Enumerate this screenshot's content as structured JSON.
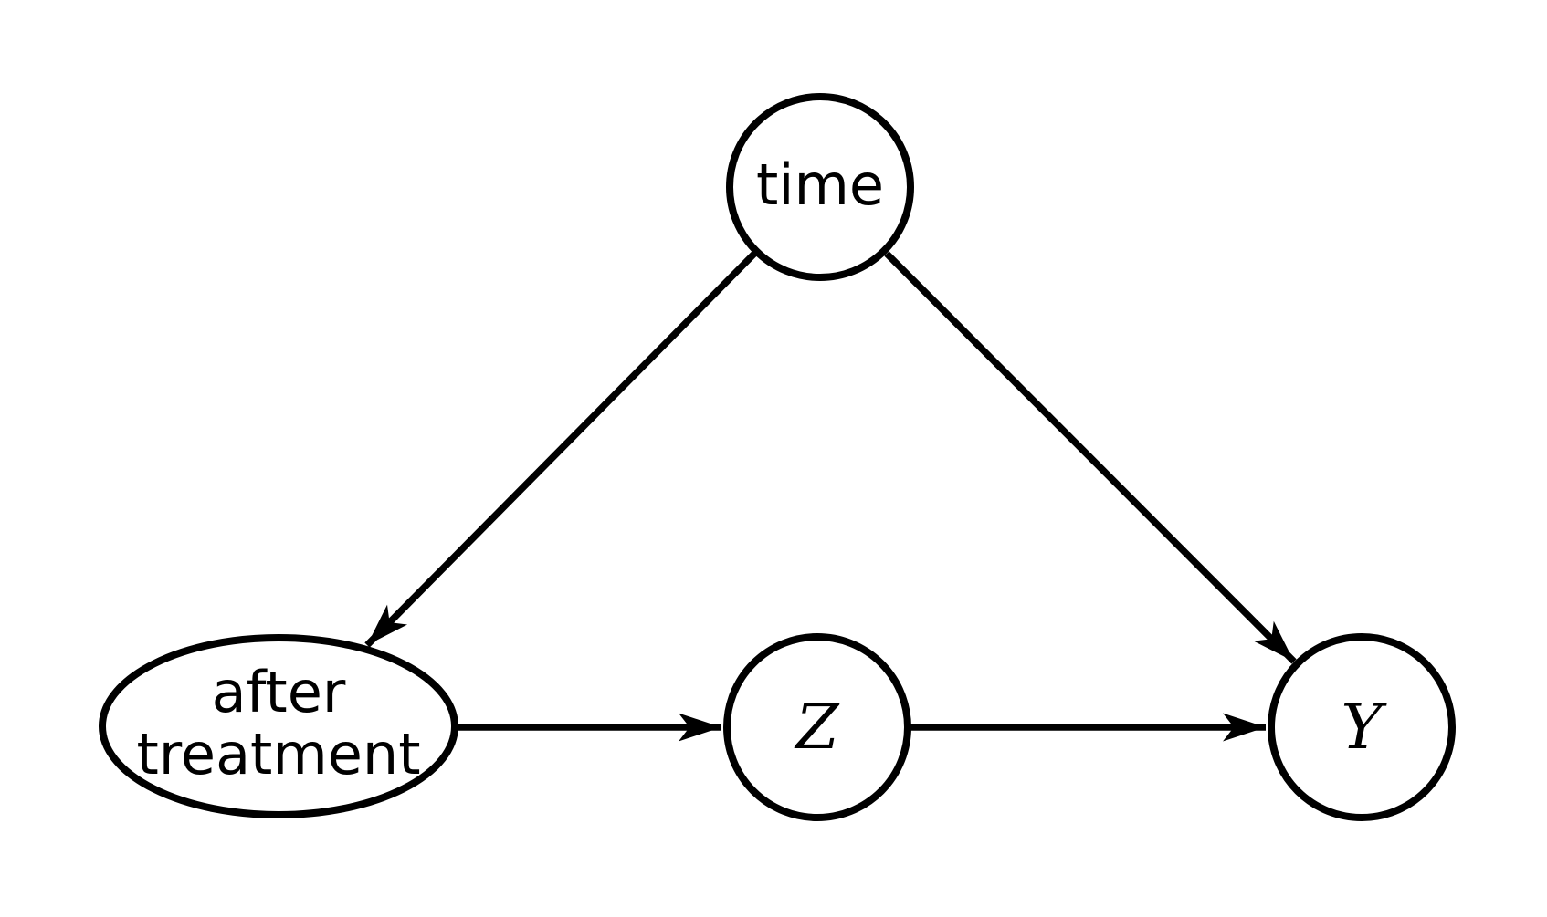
{
  "diagram": {
    "type": "causal-dag",
    "background_color": "#ffffff",
    "stroke_color": "#000000",
    "text_color": "#000000",
    "nodes": {
      "time": {
        "label": "time",
        "shape": "circle"
      },
      "after_treatment": {
        "label_line1": "after",
        "label_line2": "treatment",
        "shape": "ellipse"
      },
      "z": {
        "label": "Z",
        "shape": "circle"
      },
      "y": {
        "label": "Y",
        "shape": "circle"
      }
    },
    "edges": [
      {
        "from": "time",
        "to": "after_treatment",
        "directed": true
      },
      {
        "from": "time",
        "to": "y",
        "directed": true
      },
      {
        "from": "after_treatment",
        "to": "z",
        "directed": true
      },
      {
        "from": "z",
        "to": "y",
        "directed": true
      }
    ]
  }
}
